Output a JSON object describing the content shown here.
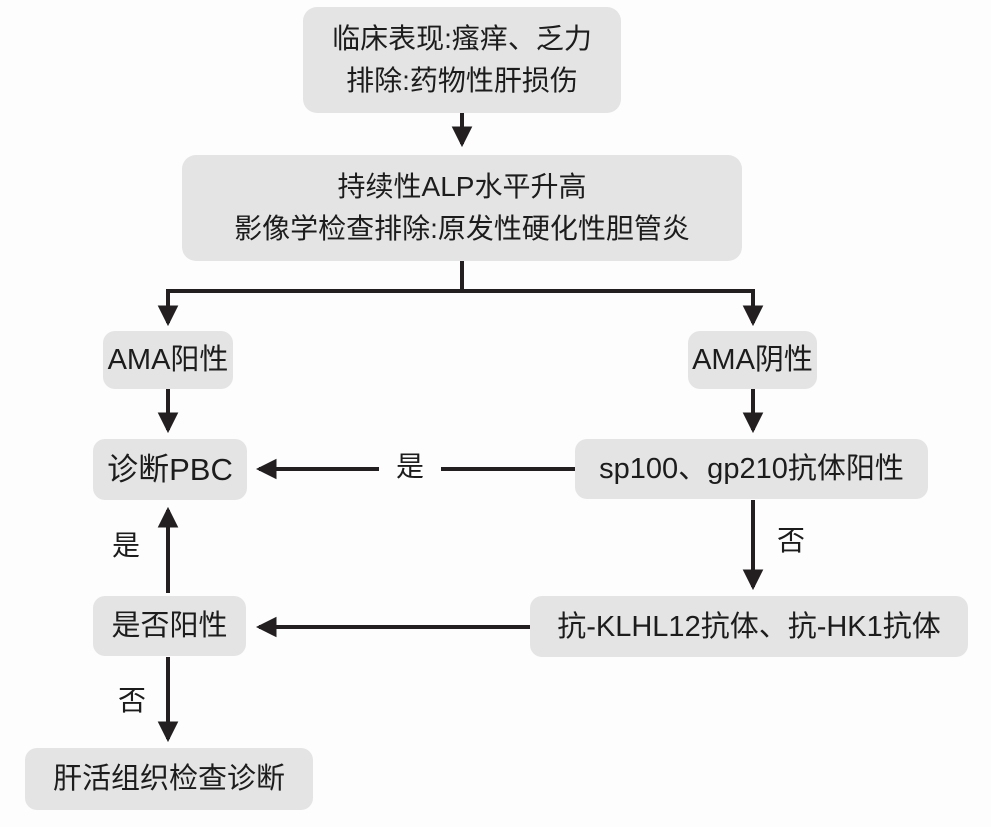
{
  "diagram": {
    "description": "PBC diagnosis flowchart",
    "nodes": {
      "clinical": {
        "line1": "临床表现:瘙痒、乏力",
        "line2": "排除:药物性肝损伤"
      },
      "alp": {
        "line1": "持续性ALP水平升高",
        "line2": "影像学检查排除:原发性硬化性胆管炎"
      },
      "ama_pos": {
        "label": "AMA阳性"
      },
      "ama_neg": {
        "label": "AMA阴性"
      },
      "diagnose_pbc": {
        "label": "诊断PBC"
      },
      "sp100_gp210": {
        "label": "sp100、gp210抗体阳性"
      },
      "klhl12_hk1": {
        "label": "抗-KLHL12抗体、抗-HK1抗体"
      },
      "is_positive": {
        "label": "是否阳性"
      },
      "biopsy": {
        "label": "肝活组织检查诊断"
      }
    },
    "edge_labels": {
      "sp100_to_pbc": "是",
      "sp100_to_klhl12": "否",
      "question_to_pbc": "是",
      "question_to_biopsy": "否"
    },
    "colors": {
      "node_fill": "#e4e4e4",
      "line": "#231f20",
      "text": "#1c1c1c",
      "background": "#fdfdfd"
    }
  }
}
